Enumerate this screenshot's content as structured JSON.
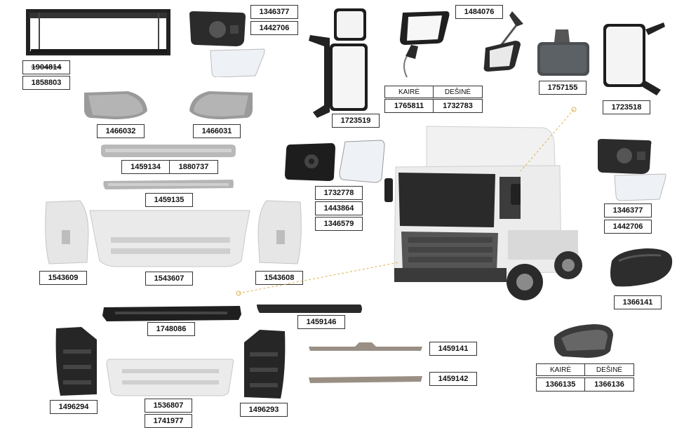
{
  "parts": {
    "radiator_frame": [
      "1904814",
      "1858803"
    ],
    "mirror_glass_top": [
      "1346377",
      "1442706"
    ],
    "main_mirror": [
      "1723519"
    ],
    "wide_mirror": {
      "code": "1484076"
    },
    "mirror_table": {
      "left_header": "KAIRĖ",
      "right_header": "DEŠINĖ",
      "left_code": "1765811",
      "right_code": "1732783"
    },
    "close_mirror": [
      "1757155"
    ],
    "main_mirror_right": [
      "1723518"
    ],
    "grille_left": [
      "1466032"
    ],
    "grille_right": [
      "1466031"
    ],
    "upper_strip": [
      "1459134",
      "1880737"
    ],
    "lower_strip": [
      "1459135"
    ],
    "mirror_glass_pad": [
      "1732778",
      "1443864",
      "1346579"
    ],
    "mirror_glass_right": [
      "1346377",
      "1442706"
    ],
    "corner_left": [
      "1543609"
    ],
    "front_panel": [
      "1543607"
    ],
    "corner_right": [
      "1543608"
    ],
    "mirror_cover": [
      "1366141"
    ],
    "bumper_bar": [
      "1748086"
    ],
    "step_strip": [
      "1459146"
    ],
    "trim_1": [
      "1459141"
    ],
    "trim_2": [
      "1459142"
    ],
    "step_left": [
      "1496294"
    ],
    "lower_grille": [
      "1536807",
      "1741977"
    ],
    "step_right": [
      "1496293"
    ],
    "cover_table": {
      "left_header": "KAIRĖ",
      "right_header": "DEŠINĖ",
      "left_code": "1366135",
      "right_code": "1366136"
    }
  }
}
